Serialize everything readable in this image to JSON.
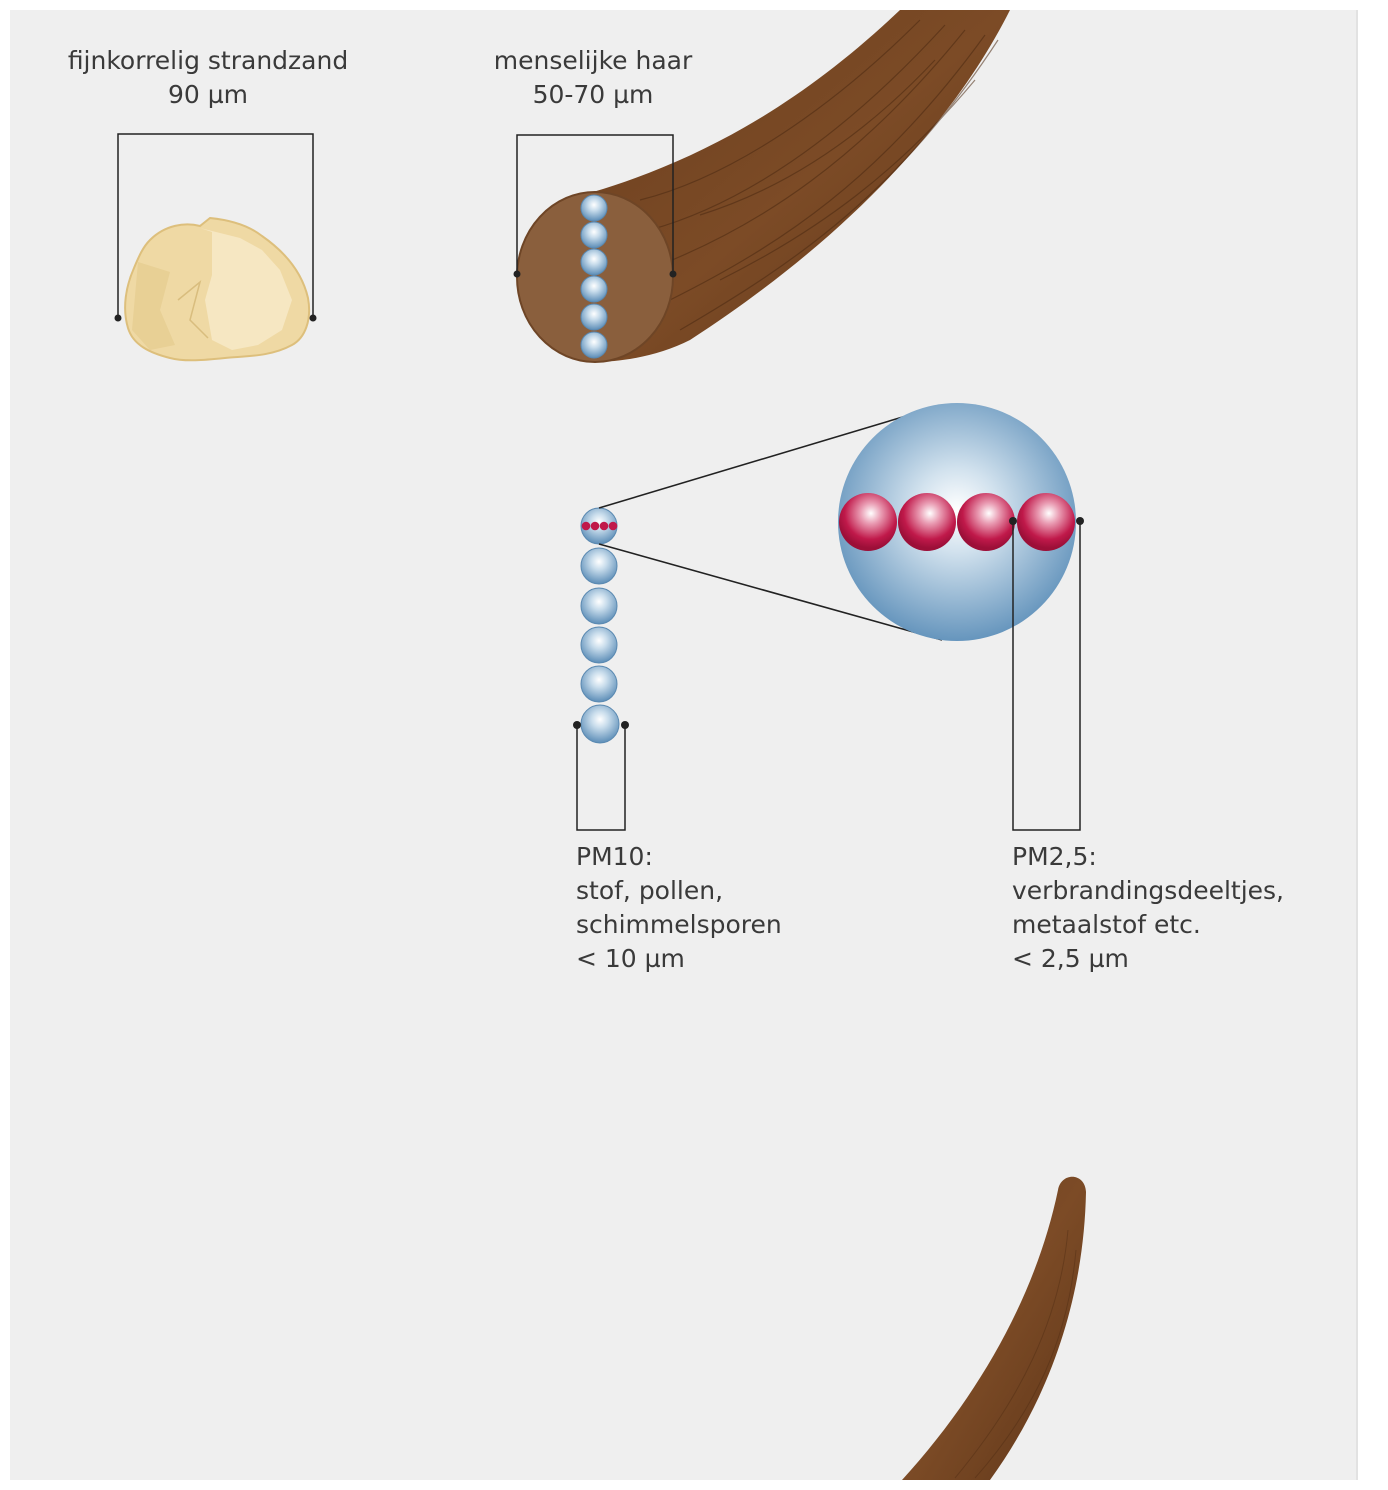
{
  "sand": {
    "name": "fijnkorrelig strandzand",
    "size": "90 µm"
  },
  "hair": {
    "name": "menselijke haar",
    "size": "50-70 µm"
  },
  "pm10": {
    "title": "PM10:",
    "line1": "stof, pollen,",
    "line2": "schimmelsporen",
    "size": "< 10 µm"
  },
  "pm25": {
    "title": "PM2,5:",
    "line1": "verbrandingsdeeltjes,",
    "line2": "metaalstof etc.",
    "size": "< 2,5 µm"
  },
  "colors": {
    "background": "#efefef",
    "sand": "#efd9a4",
    "hair": "#7a4a26",
    "hair_cut": "#8d6240",
    "pm10_particle": "#6f9dc2",
    "pm25_particle": "#c0194a",
    "line": "#222222"
  }
}
